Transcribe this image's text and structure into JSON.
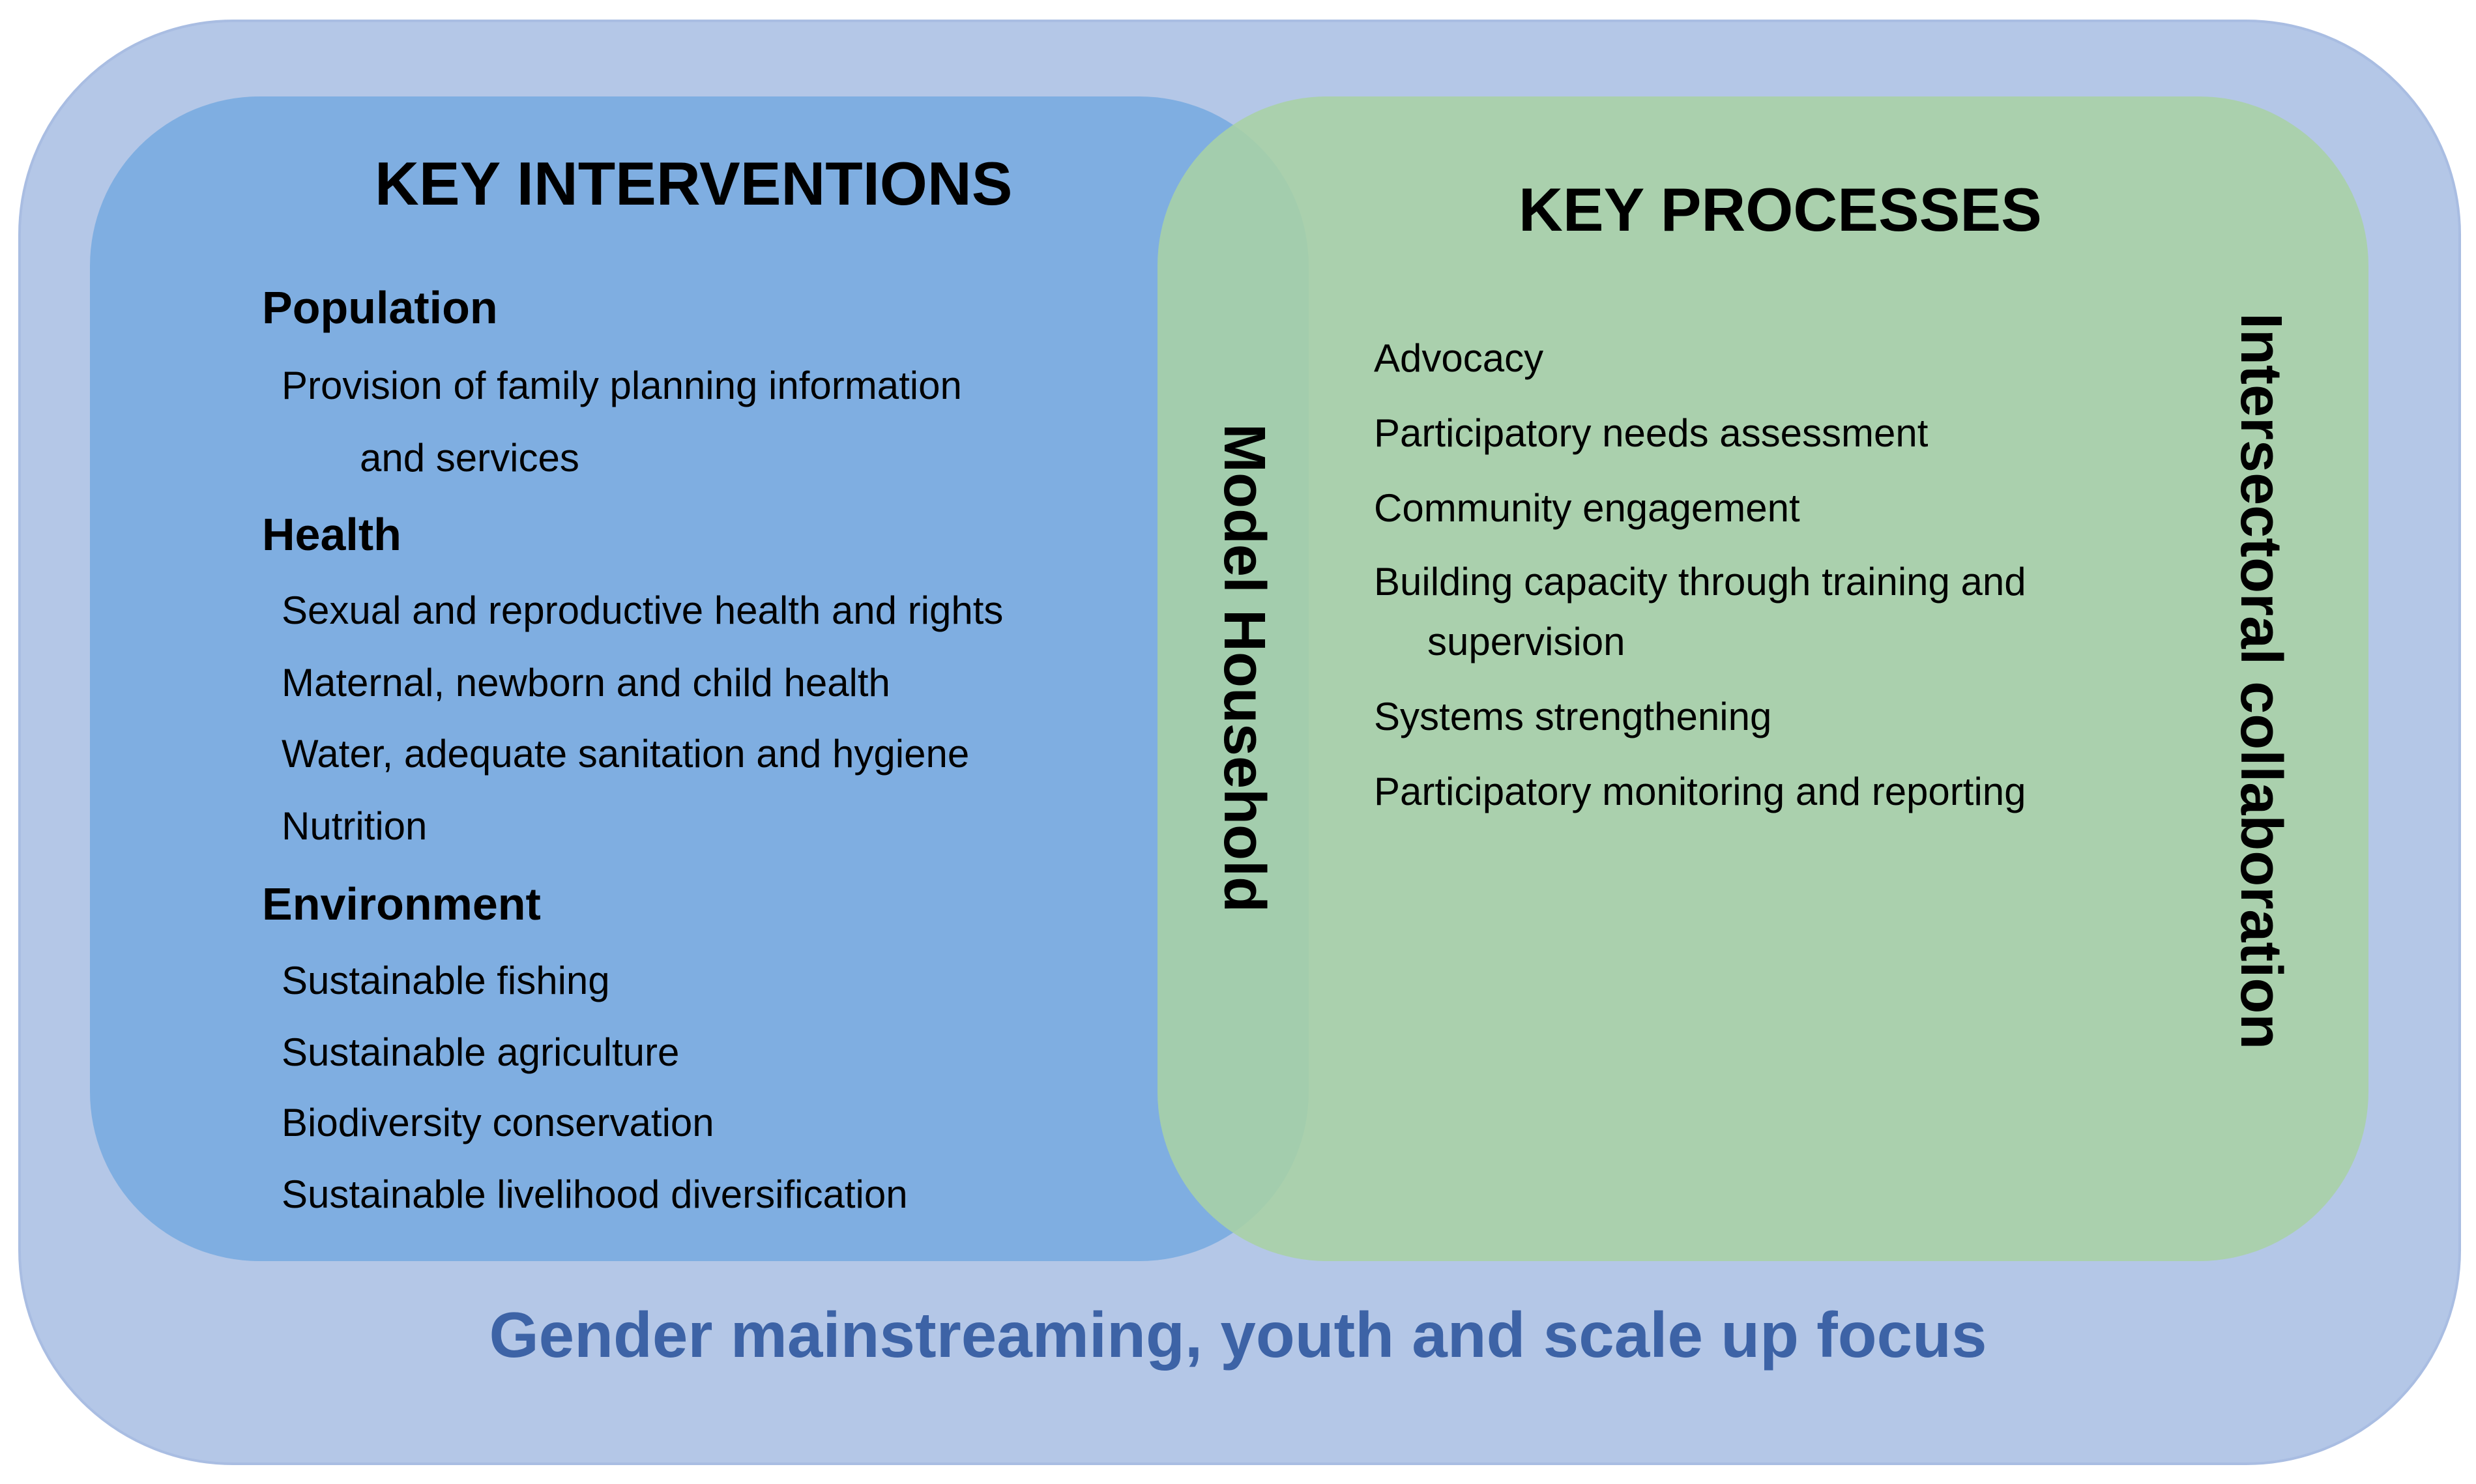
{
  "outer": {
    "footer": "Gender mainstreaming, youth and scale up focus"
  },
  "left": {
    "title": "KEY INTERVENTIONS",
    "groups": [
      {
        "heading": "Population",
        "items": [
          "Provision of family planning information",
          "and services"
        ]
      },
      {
        "heading": "Health",
        "items": [
          "Sexual and reproductive health and rights",
          "Maternal, newborn and child health",
          "Water, adequate sanitation and hygiene",
          "Nutrition"
        ]
      },
      {
        "heading": "Environment",
        "items": [
          "Sustainable fishing",
          "Sustainable agriculture",
          "Biodiversity conservation",
          "Sustainable livelihood diversification"
        ]
      }
    ]
  },
  "overlap": {
    "label": "Model Household"
  },
  "right": {
    "title": "KEY PROCESSES",
    "side_label": "Intersectoral collaboration",
    "items": [
      "Advocacy",
      "Participatory needs assessment",
      "Community engagement",
      "Building capacity through training and",
      "supervision",
      "Systems strengthening",
      "Participatory monitoring and reporting"
    ]
  },
  "colors": {
    "outer_fill": "#b4c7e7",
    "left_fill": "#7dade0",
    "right_fill": "#a8d2a5",
    "footer_text": "#3d63a6"
  }
}
